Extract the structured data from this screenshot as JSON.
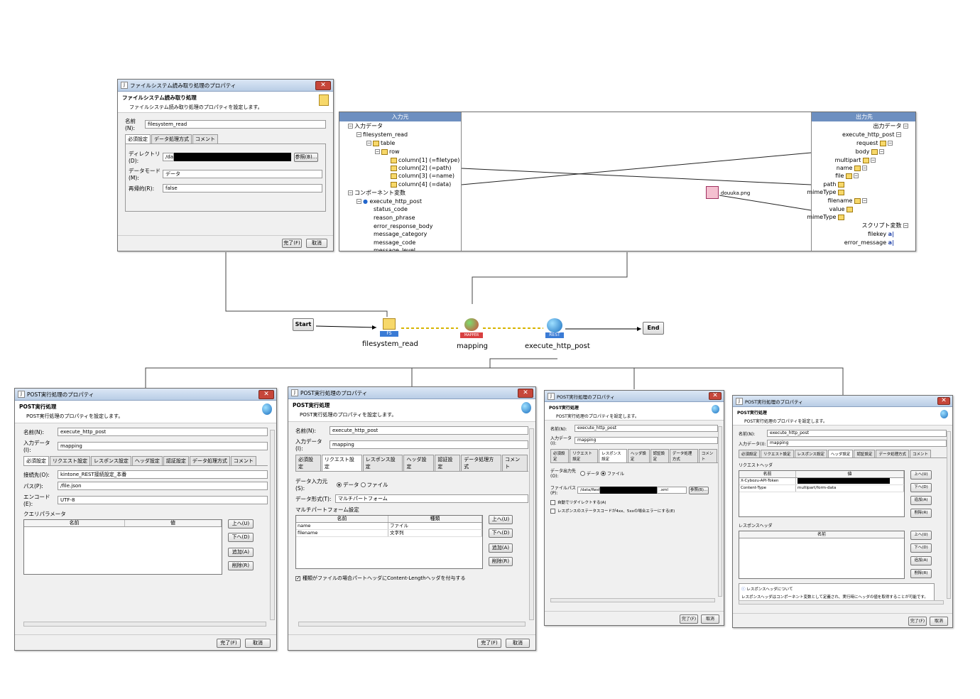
{
  "fs_dialog": {
    "title": "ファイルシステム読み取り処理のプロパティ",
    "header": "ファイルシステム読み取り処理",
    "desc": "ファイルシステム読み取り処理のプロパティを設定します。",
    "name_label": "名前(N):",
    "name_value": "filesystem_read",
    "tabs": [
      "必須設定",
      "データ処理方式",
      "コメント"
    ],
    "dir_label": "ディレクトリ(D):",
    "dir_value": "/data",
    "browse": "参照(B)...",
    "mode_label": "データモード(M):",
    "mode_value": "データ",
    "recursive_label": "再帰的(R):",
    "recursive_value": "false",
    "ok": "完了(F)",
    "cancel": "取消"
  },
  "mapper": {
    "in_title": "入力元",
    "out_title": "出力先",
    "in_nodes": [
      "入力データ",
      "filesystem_read",
      "table",
      "row",
      "column[1] (=filetype)",
      "column[2] (=path)",
      "column[3] (=name)",
      "column[4] (=data)",
      "コンポーネント変数",
      "execute_http_post",
      "status_code",
      "reason_phrase",
      "error_response_body",
      "message_category",
      "message_code",
      "message_level"
    ],
    "out_nodes": [
      "出力データ",
      "execute_http_post",
      "request",
      "body",
      "multipart",
      "name",
      "file",
      "path",
      "mimeType",
      "filename",
      "value",
      "mimeType",
      "スクリプト変数",
      "filekey",
      "error_message"
    ],
    "mid_label": "douuka.png"
  },
  "flow": {
    "start": "Start",
    "end": "End",
    "fs": "filesystem_read",
    "mapping": "mapping",
    "post": "execute_http_post",
    "fs_badge": "FS",
    "map_badge": "MAPPER",
    "rest_badge": "REST"
  },
  "post_title": "POST実行処理のプロパティ",
  "post_header": "POST実行処理",
  "post_desc": "POST実行処理のプロパティを設定します。",
  "post_name_label": "名前(N):",
  "post_name_value": "execute_http_post",
  "post_input_label": "入力データ(I):",
  "post_input_value": "mapping",
  "post_tabs": [
    "必須設定",
    "リクエスト設定",
    "レスポンス設定",
    "ヘッダ設定",
    "認証設定",
    "データ処理方式",
    "コメント"
  ],
  "ok": "完了(F)",
  "cancel": "取消",
  "btn_up": "上へ(U)",
  "btn_down": "下へ(D)",
  "btn_add": "追加(A)",
  "btn_del": "削除(R)",
  "col_name": "名前",
  "col_value": "値",
  "col_type": "種類",
  "p1": {
    "conn_label": "接続先(O):",
    "conn_value": "kintone_REST接続設定_本番",
    "path_label": "パス(P):",
    "path_value": "/file.json",
    "enc_label": "エンコード(E):",
    "enc_value": "UTF-8",
    "query_label": "クエリパラメータ"
  },
  "p2": {
    "input_label": "データ入力元(S):",
    "opt_data": "データ",
    "opt_file": "ファイル",
    "format_label": "データ形式(T):",
    "format_value": "マルチパートフォーム",
    "multipart_label": "マルチパートフォーム設定",
    "rows": [
      [
        "name",
        "ファイル"
      ],
      [
        "filename",
        "文字列"
      ]
    ],
    "check_label": "種類がファイルの場合パートヘッダにContent-Lengthヘッダを付与する"
  },
  "p3": {
    "output_label": "データ出力先(O):",
    "opt_data": "データ",
    "opt_file": "ファイル",
    "file_label": "ファイルパス(P):",
    "file_prefix": "/data/RestAPI",
    "file_suffix": ".xml",
    "browse": "参照(B)...",
    "redirect": "自動でリダイレクトする(A)",
    "error": "レスポンスのステータスコードが4xx、5xxの場合エラーにする(E)"
  },
  "p4": {
    "req_label": "リクエストヘッダ",
    "rows": [
      [
        "X-Cybozu-API-Token",
        ""
      ],
      [
        "Content-Type",
        "multipart/form-data"
      ]
    ],
    "res_label": "レスポンスヘッダ",
    "info_title": "レスポンスヘッダについて",
    "info_text": "レスポンスヘッダはコンポーネント変数として定義され、実行時にヘッダの値を取得することが可能です。"
  }
}
